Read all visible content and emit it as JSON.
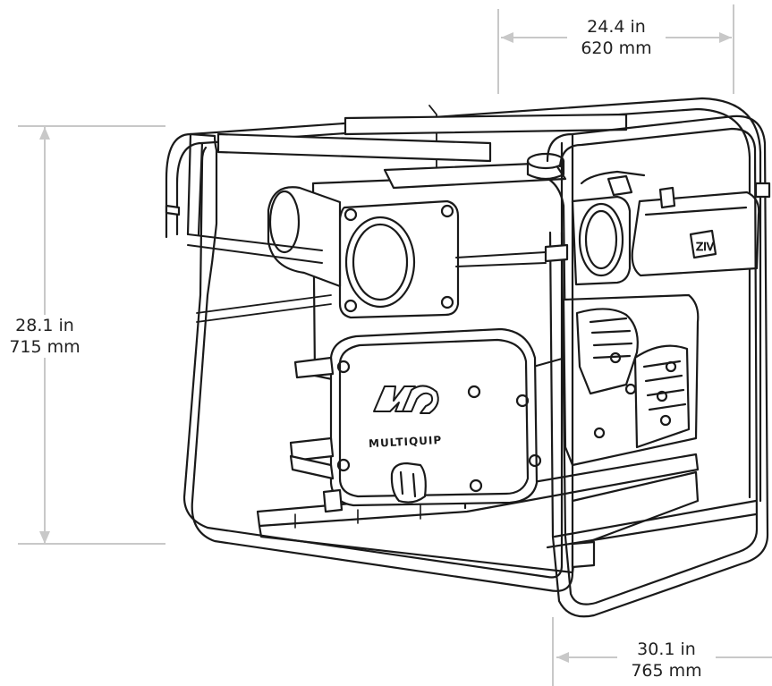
{
  "dimensions": {
    "width": {
      "imperial": "24.4 in",
      "metric": "620 mm"
    },
    "height": {
      "imperial": "28.1 in",
      "metric": "715 mm"
    },
    "depth": {
      "imperial": "30.1 in",
      "metric": "765 mm"
    }
  },
  "pump": {
    "logo_mark": "MQ",
    "brand": "MULTIQUIP"
  },
  "colors": {
    "dimension_line": "#c8c8c8",
    "ink": "#1a1a1a"
  }
}
